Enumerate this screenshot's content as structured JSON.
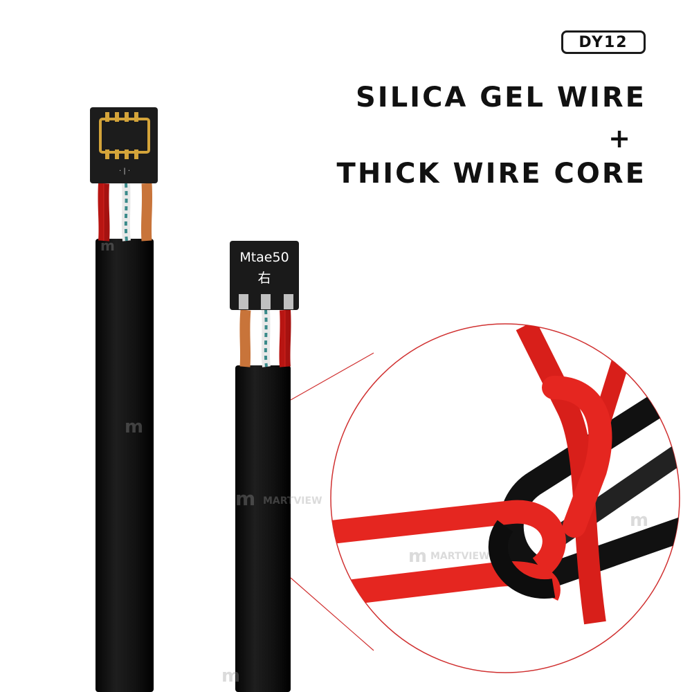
{
  "badge": {
    "model": "DY12"
  },
  "headline": {
    "line1": "SILICA GEL WIRE",
    "plus": "+",
    "line2": "THICK WIRE CORE"
  },
  "connector_label": {
    "line1": "Mtae50",
    "line2": "右"
  },
  "watermark": {
    "text": "MARTVIEW"
  },
  "colors": {
    "cable": "#141414",
    "red_wire": "#e0231e",
    "copper_wire": "#c8743a",
    "gold_pin": "#d4a43a",
    "callout_line": "#d03030"
  },
  "icons": [
    "martview-logo-icon"
  ]
}
